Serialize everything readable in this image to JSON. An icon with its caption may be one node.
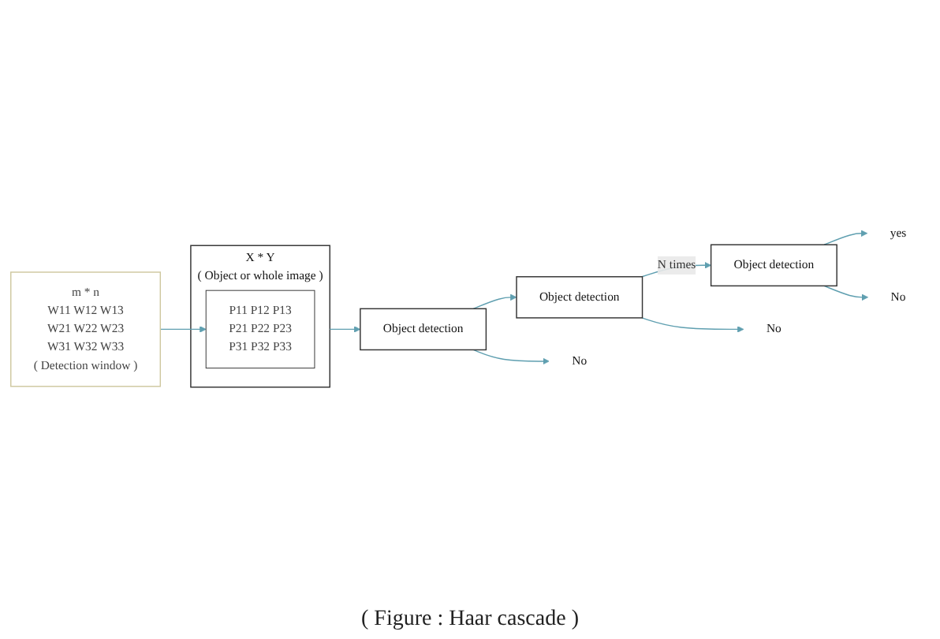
{
  "diagram": {
    "nodes": [
      {
        "text": [
          "m * n",
          "W11 W12 W13",
          "W21 W22 W23",
          "W31 W32 W33",
          "( Detection window )"
        ]
      },
      {
        "text": [
          "X * Y",
          "( Object or whole image )"
        ]
      },
      {
        "text": [
          "P11 P12 P13",
          "P21 P22 P23",
          "P31 P32 P33"
        ],
        "in": 1
      },
      {
        "text": [
          "Object detection"
        ]
      },
      {
        "text": [
          "Object detection"
        ]
      },
      {
        "text": [
          "Object detection"
        ]
      },
      {
        "text": [
          "yes"
        ]
      },
      {
        "text": [
          "No"
        ]
      },
      {
        "text": [
          "No"
        ]
      },
      {
        "text": [
          "No"
        ]
      }
    ],
    "edges": [
      {
        "from": 0,
        "to": 2,
        "arrow": "to"
      },
      {
        "from": 1,
        "to": 3,
        "arrow": "to"
      },
      {
        "from": 3,
        "to": 4,
        "arrow": "to"
      },
      {
        "from": 4,
        "to": 5,
        "arrow": "to",
        "label": "N times"
      },
      {
        "from": 5,
        "to": 6,
        "arrow": "to"
      },
      {
        "from": 3,
        "to": 7,
        "arrow": "to"
      },
      {
        "from": 4,
        "to": 8,
        "arrow": "to"
      },
      {
        "from": 5,
        "to": 9,
        "arrow": "to"
      }
    ],
    "labels": [
      "( Figure : Haar cascade )"
    ]
  }
}
